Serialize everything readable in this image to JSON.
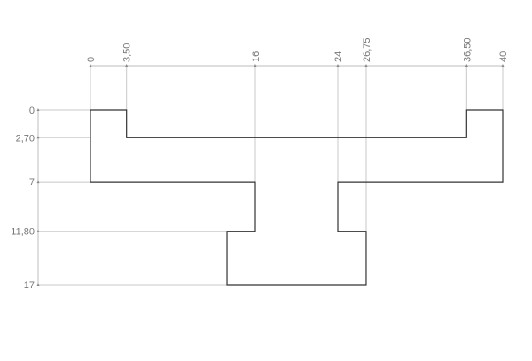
{
  "diagram": {
    "x_dimensions": [
      {
        "value": 0,
        "label": "0",
        "extends_to": 0
      },
      {
        "value": 3.5,
        "label": "3,50",
        "extends_to": 0
      },
      {
        "value": 16,
        "label": "16",
        "extends_to": 11.8
      },
      {
        "value": 24,
        "label": "24",
        "extends_to": 11.8
      },
      {
        "value": 26.75,
        "label": "26,75",
        "extends_to": 11.8
      },
      {
        "value": 36.5,
        "label": "36,50",
        "extends_to": 0
      },
      {
        "value": 40,
        "label": "40",
        "extends_to": 0
      }
    ],
    "y_dimensions": [
      {
        "value": 0,
        "label": "0",
        "extends_to": 0
      },
      {
        "value": 2.7,
        "label": "2,70",
        "extends_to": 0
      },
      {
        "value": 7,
        "label": "7",
        "extends_to": 0
      },
      {
        "value": 11.8,
        "label": "11,80",
        "extends_to": 13.25
      },
      {
        "value": 17,
        "label": "17",
        "extends_to": 13.25
      }
    ],
    "outline": [
      [
        0,
        0
      ],
      [
        3.5,
        0
      ],
      [
        3.5,
        2.7
      ],
      [
        36.5,
        2.7
      ],
      [
        36.5,
        0
      ],
      [
        40,
        0
      ],
      [
        40,
        7
      ],
      [
        24,
        7
      ],
      [
        24,
        11.8
      ],
      [
        26.75,
        11.8
      ],
      [
        26.75,
        17
      ],
      [
        13.25,
        17
      ],
      [
        13.25,
        11.8
      ],
      [
        16,
        11.8
      ],
      [
        16,
        7
      ],
      [
        0,
        7
      ]
    ]
  }
}
